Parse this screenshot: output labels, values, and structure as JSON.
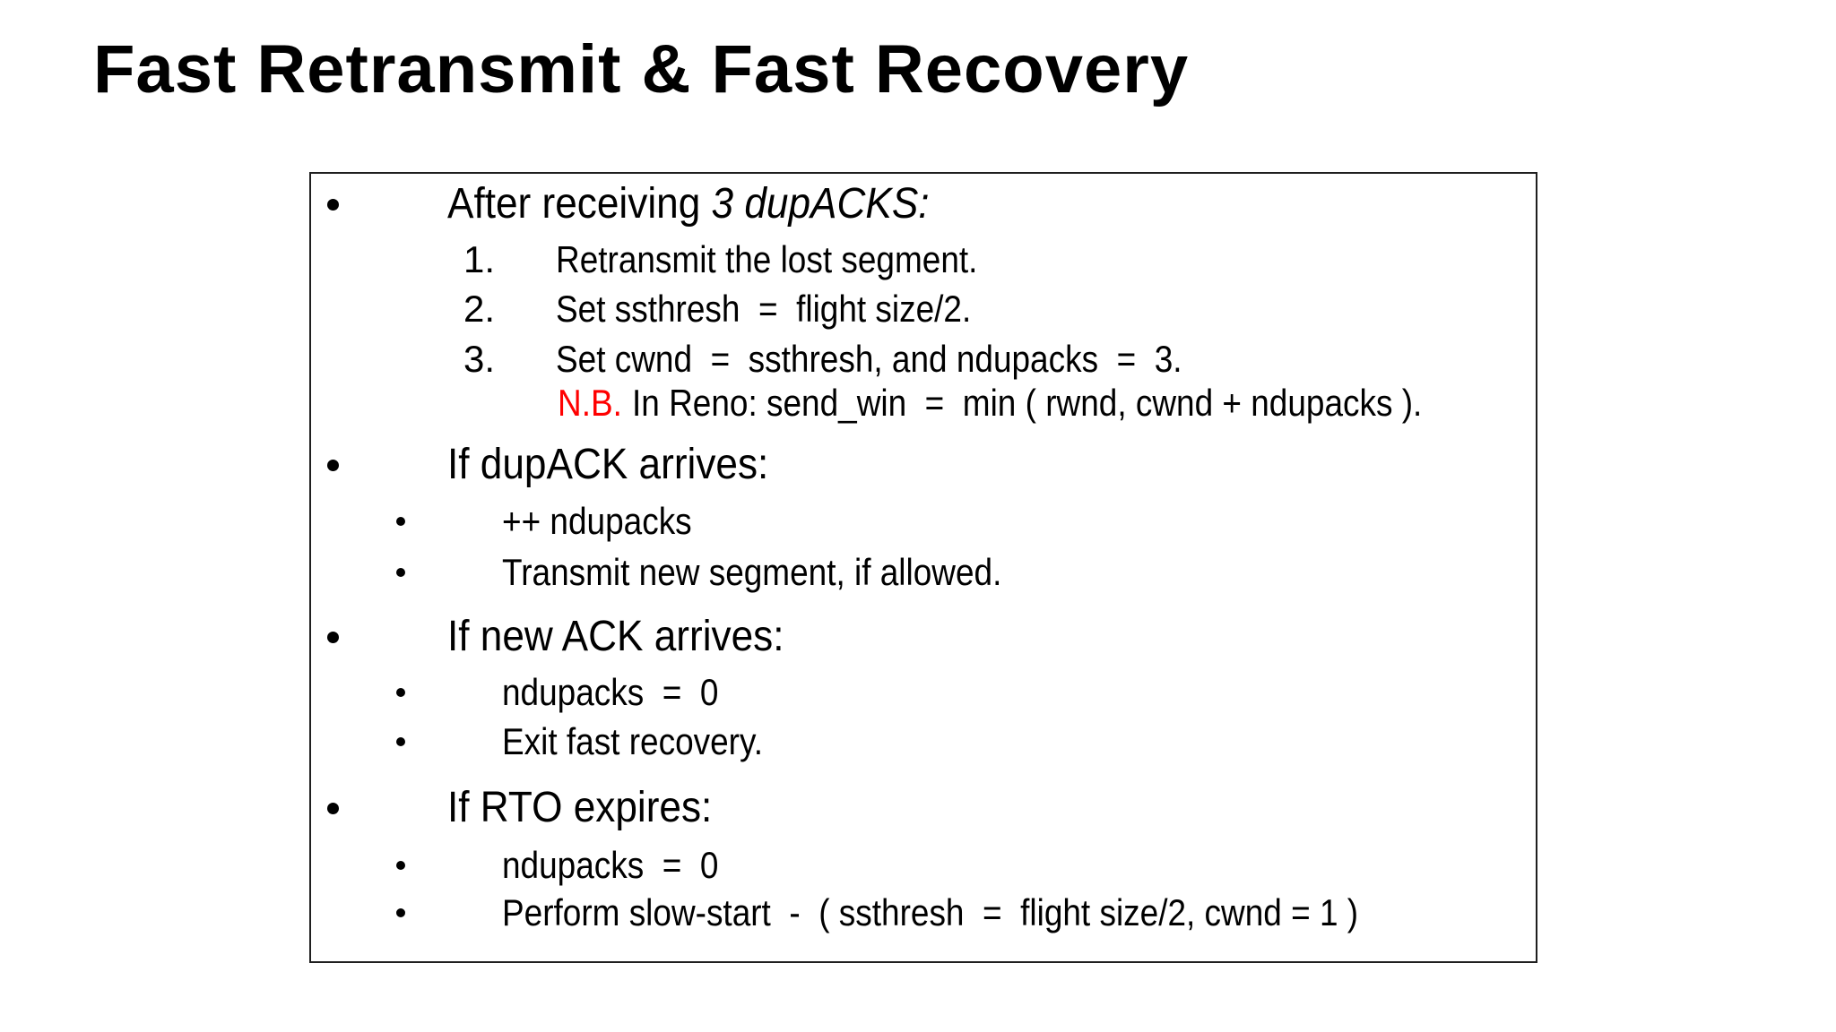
{
  "slide_title": "Fast Retransmit & Fast Recovery",
  "colors": {
    "text": "#000000",
    "note_label_red": "#ff0000",
    "box_border": "#1f1f1f",
    "background": "#ffffff"
  },
  "content_box": {
    "sections": [
      {
        "heading_prefix": "After receiving ",
        "heading_emphasis": "3 dupACKS:",
        "numbered_steps": [
          {
            "number": "1.",
            "text": "Retransmit the lost segment."
          },
          {
            "number": "2.",
            "text": "Set ssthresh  =  flight size/2."
          },
          {
            "number": "3.",
            "text": "Set cwnd  =  ssthresh, and ndupacks  =  3."
          }
        ],
        "note": {
          "label": "N.B.",
          "text": "In Reno: send_win  =  min ( rwnd, cwnd + ndupacks )."
        }
      },
      {
        "heading": "If dupACK arrives:",
        "items": [
          {
            "text": "++ ndupacks"
          },
          {
            "text": "Transmit new segment, if allowed."
          }
        ]
      },
      {
        "heading": "If new ACK arrives:",
        "items": [
          {
            "text": "ndupacks  =  0"
          },
          {
            "text": "Exit fast recovery."
          }
        ]
      },
      {
        "heading": "If RTO expires:",
        "items": [
          {
            "text": "ndupacks  =  0"
          },
          {
            "text": "Perform slow-start  -  ( ssthresh  =  flight size/2, cwnd = 1 )"
          }
        ]
      }
    ]
  }
}
